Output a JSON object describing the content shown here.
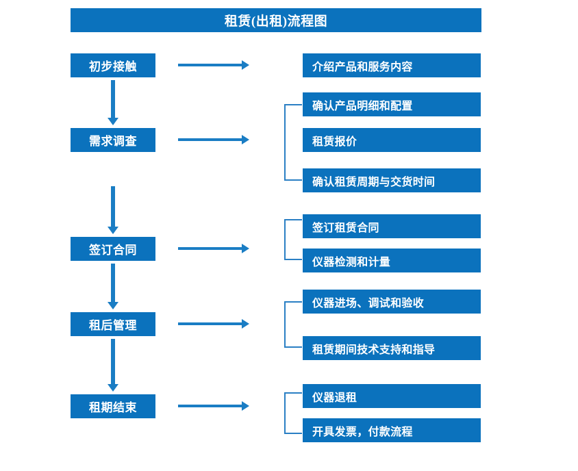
{
  "diagram": {
    "title": "租赁(出租)流程图",
    "colors": {
      "box_blue": "#0b72bd",
      "arrow_blue": "#1a7dc4",
      "bracket_blue": "#2a7fc4",
      "text_white": "#ffffff",
      "background": "#ffffff"
    },
    "stages": [
      {
        "label": "初步接触"
      },
      {
        "label": "需求调查"
      },
      {
        "label": "签订合同"
      },
      {
        "label": "租后管理"
      },
      {
        "label": "租期结束"
      }
    ],
    "details": [
      {
        "label": "介绍产品和服务内容"
      },
      {
        "label": "确认产品明细和配置"
      },
      {
        "label": "租赁报价"
      },
      {
        "label": "确认租赁周期与交货时间"
      },
      {
        "label": "签订租赁合同"
      },
      {
        "label": "仪器检测和计量"
      },
      {
        "label": "仪器进场、调试和验收"
      },
      {
        "label": "租赁期间技术支持和指导"
      },
      {
        "label": "仪器退租"
      },
      {
        "label": "开具发票，付款流程"
      }
    ],
    "connectors": {
      "stage_to_detail_arrow": "right-arrow",
      "stage_to_stage_arrow": "down-arrow",
      "detail_group_bracket": "left-bracket"
    }
  }
}
